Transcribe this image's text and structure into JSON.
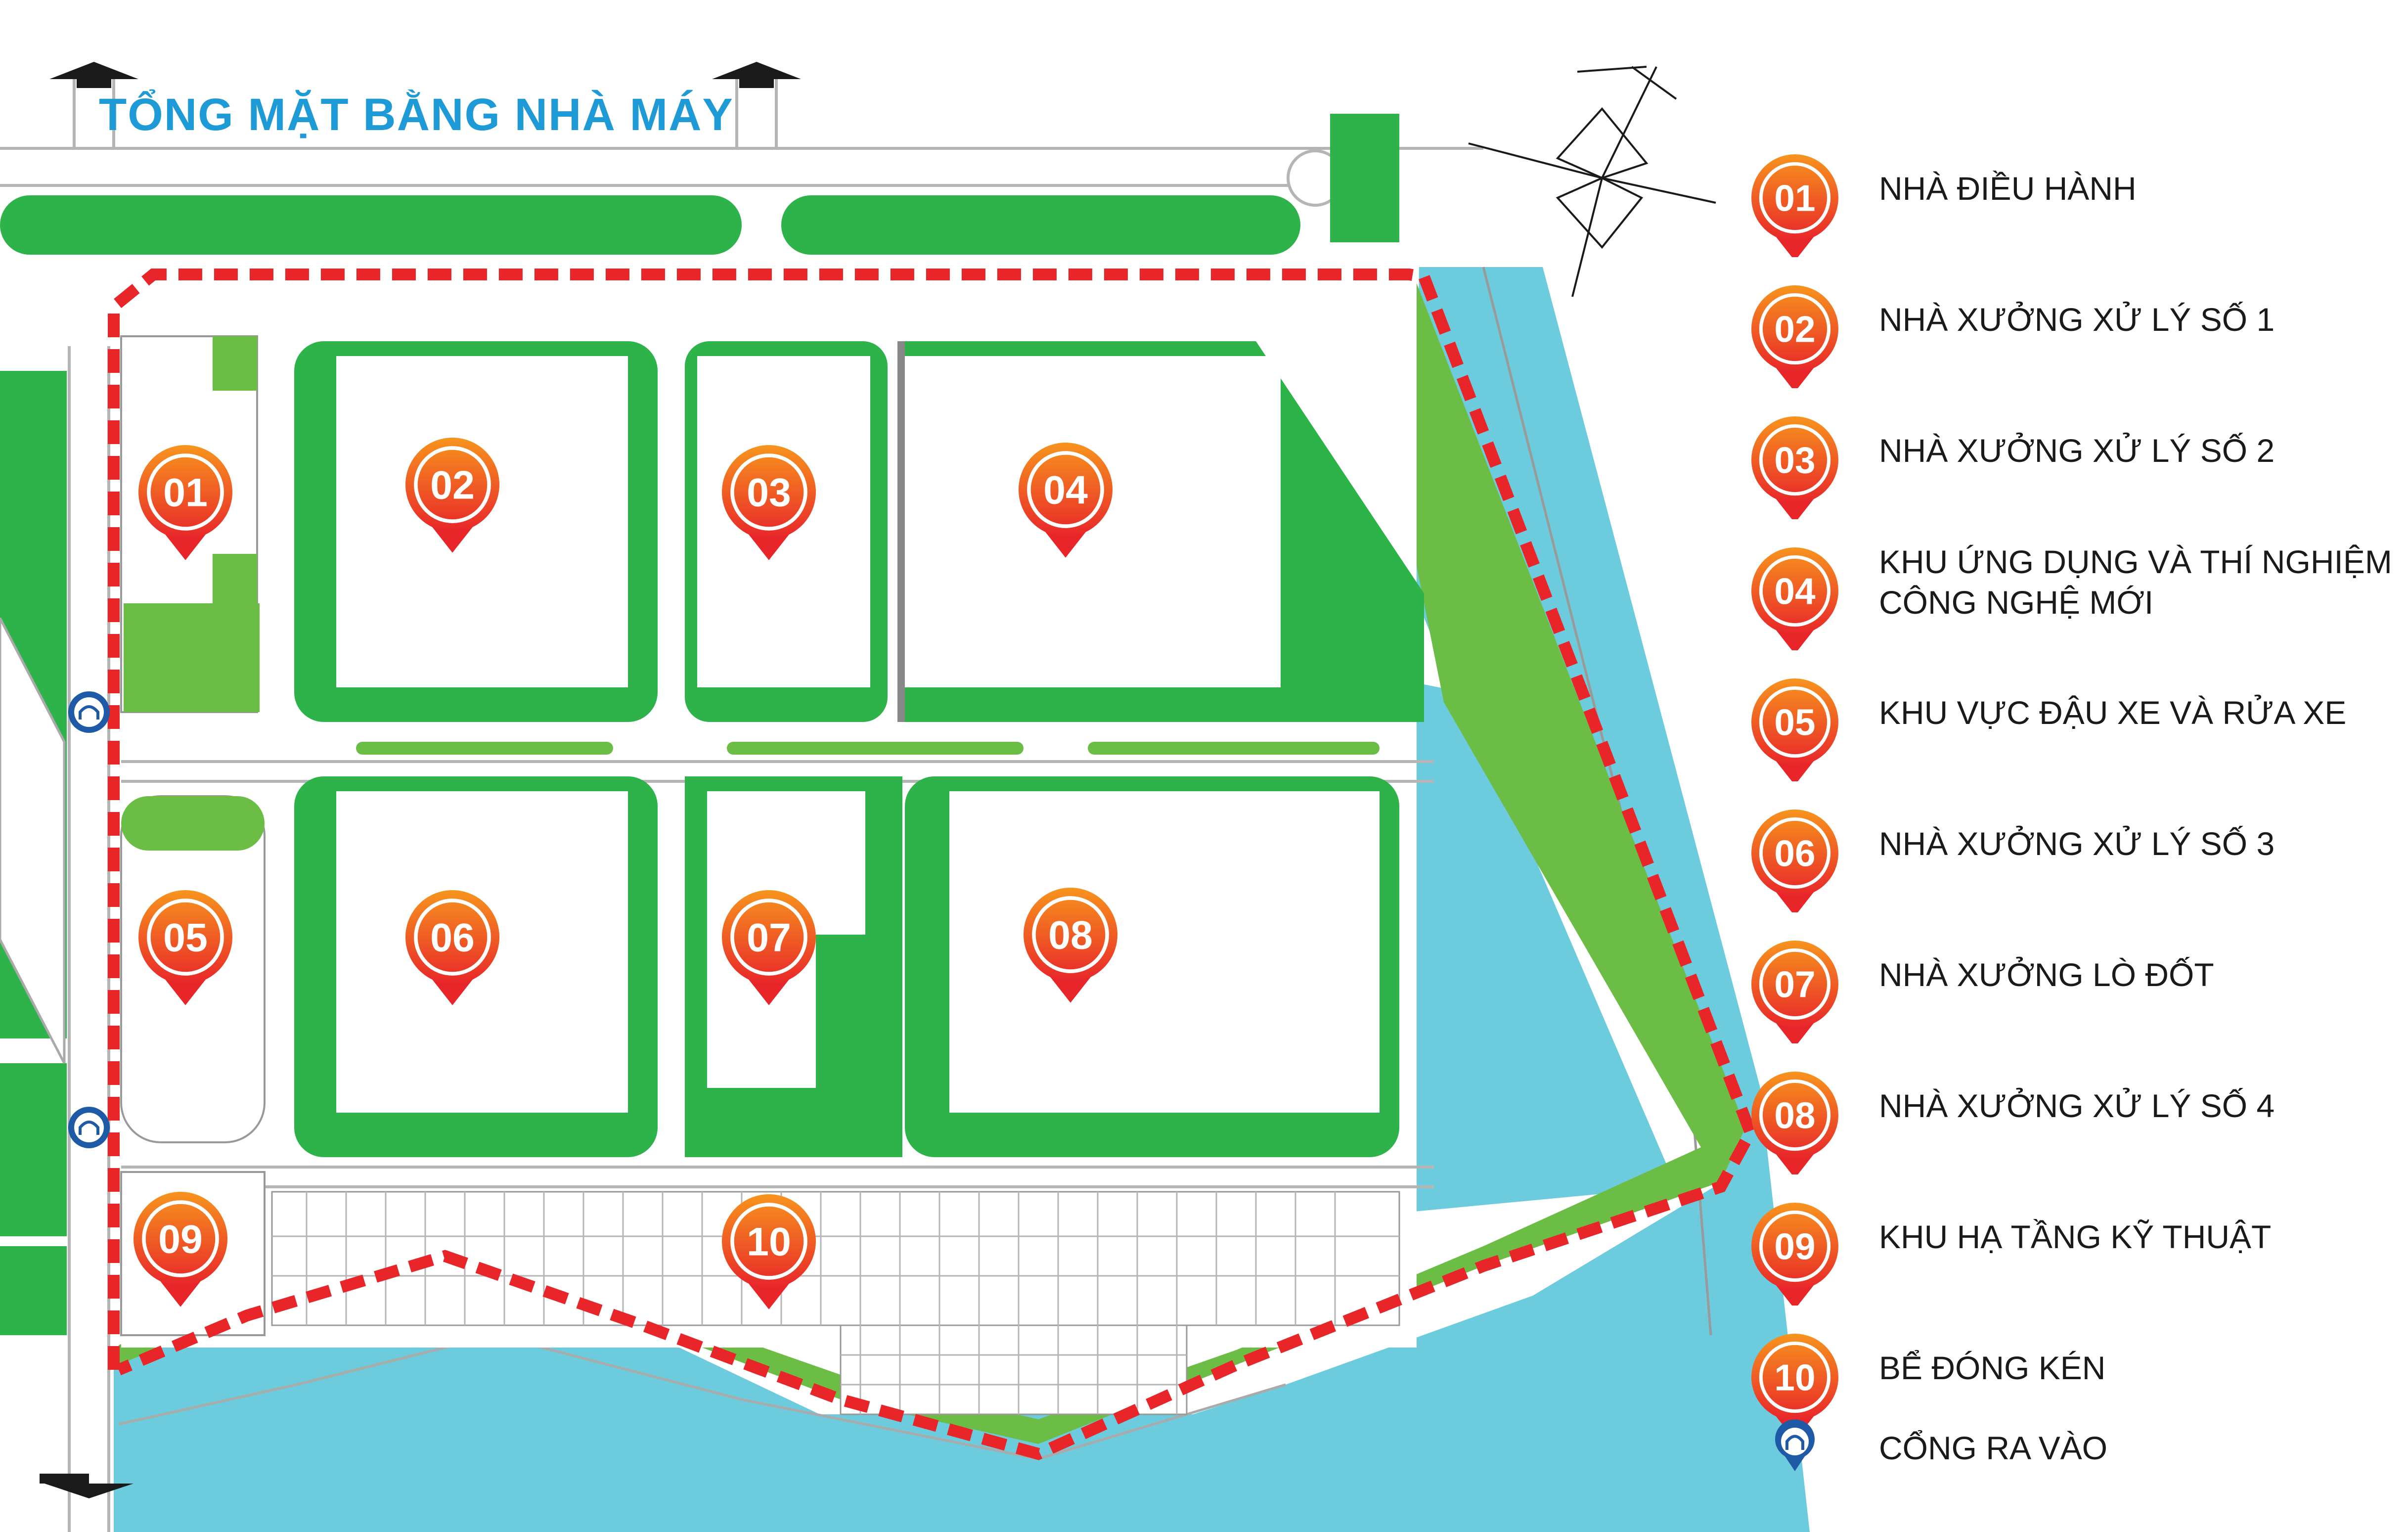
{
  "title": "TỔNG MẶT BẰNG NHÀ MÁY",
  "colors": {
    "green": "#2db34a",
    "light_green": "#6cbd45",
    "water": "#6ccbdc",
    "road": "#ffffff",
    "road_edge": "#b5b5b5",
    "boundary": "#e8262a",
    "pin_outer": "#e8262a",
    "pin_inner": "#f47b20",
    "gate": "#1f5aa6"
  },
  "map_markers": [
    "01",
    "02",
    "03",
    "04",
    "05",
    "06",
    "07",
    "08",
    "09",
    "10"
  ],
  "legend": [
    {
      "number": "01",
      "label": "NHÀ ĐIỀU HÀNH"
    },
    {
      "number": "02",
      "label": "NHÀ XƯỞNG XỬ LÝ SỐ 1"
    },
    {
      "number": "03",
      "label": "NHÀ XƯỞNG XỬ LÝ SỐ 2"
    },
    {
      "number": "04",
      "label": "KHU ỨNG DỤNG VÀ THÍ NGHIỆM",
      "label2": "CÔNG NGHỆ MỚI"
    },
    {
      "number": "05",
      "label": "KHU VỰC ĐẬU XE VÀ RỬA XE"
    },
    {
      "number": "06",
      "label": "NHÀ XƯỞNG XỬ LÝ SỐ 3"
    },
    {
      "number": "07",
      "label": "NHÀ XƯỞNG LÒ ĐỐT"
    },
    {
      "number": "08",
      "label": "NHÀ XƯỞNG XỬ LÝ SỐ 4"
    },
    {
      "number": "09",
      "label": "KHU HẠ TẦNG KỸ THUẬT"
    },
    {
      "number": "10",
      "label": "BỂ ĐÓNG KÉN"
    }
  ],
  "gate_legend": {
    "icon": "gate-icon",
    "label": "CỔNG RA VÀO"
  }
}
